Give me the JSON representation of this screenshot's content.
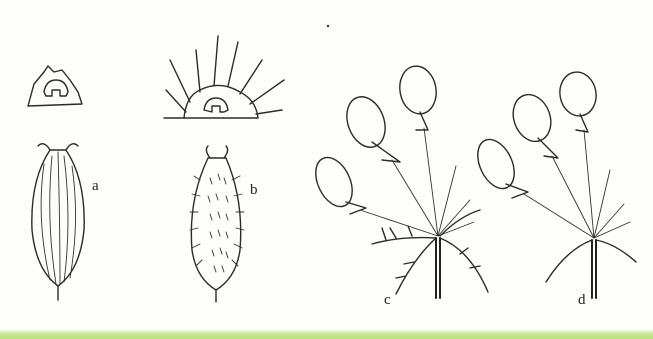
{
  "figure": {
    "labels": {
      "a": "a",
      "b": "b",
      "c": "c",
      "d": "d"
    },
    "colors": {
      "ink": "#2b2b2b",
      "background": "#fdfdfb",
      "bottom_strip": "#b8e07e"
    }
  }
}
